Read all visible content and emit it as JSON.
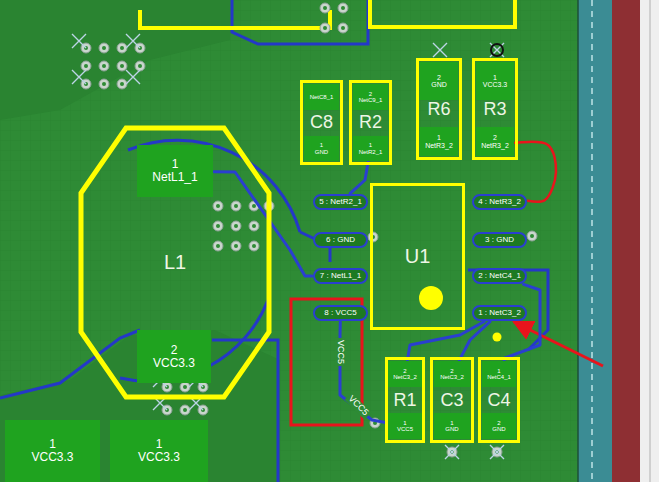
{
  "diagram": {
    "nodes": [
      {
        "text": [
          "L1"
        ]
      },
      {
        "text": [
          "1",
          "NetL1_1"
        ],
        "in": 0
      },
      {
        "text": [
          "2",
          "VCC3.3"
        ],
        "in": 0
      },
      {
        "text": [
          "1",
          "VCC3.3"
        ]
      },
      {
        "text": [
          "1",
          "VCC3.3"
        ]
      },
      {
        "text": [
          "C8"
        ]
      },
      {
        "text": [
          "NetC8_1"
        ],
        "in": 5
      },
      {
        "text": [
          "1",
          "GND"
        ],
        "in": 5
      },
      {
        "text": [
          "R2"
        ]
      },
      {
        "text": [
          "2",
          "NetC9_1"
        ],
        "in": 8
      },
      {
        "text": [
          "1",
          "NetR2_1"
        ],
        "in": 8
      },
      {
        "text": [
          "R6"
        ]
      },
      {
        "text": [
          "2",
          "GND"
        ],
        "in": 11
      },
      {
        "text": [
          "1",
          "NetR3_2"
        ],
        "in": 11
      },
      {
        "text": [
          "R3"
        ]
      },
      {
        "text": [
          "1",
          "VCC3.3"
        ],
        "in": 14
      },
      {
        "text": [
          "2",
          "NetR3_2"
        ],
        "in": 14
      },
      {
        "text": [
          "U1"
        ]
      },
      {
        "text": [
          "5 : NetR2_1"
        ]
      },
      {
        "text": [
          "6 : GND"
        ]
      },
      {
        "text": [
          "7 : NetL1_1"
        ]
      },
      {
        "text": [
          "8 : VCC5"
        ]
      },
      {
        "text": [
          "4 : NetR3_2"
        ]
      },
      {
        "text": [
          "3 : GND"
        ]
      },
      {
        "text": [
          "2 : NetC4_1"
        ]
      },
      {
        "text": [
          "1 : NetC3_2"
        ]
      },
      {
        "text": [
          "R1"
        ]
      },
      {
        "text": [
          "2",
          "NetC3_2"
        ],
        "in": 26
      },
      {
        "text": [
          "1",
          "VCC5"
        ],
        "in": 26
      },
      {
        "text": [
          "C3"
        ]
      },
      {
        "text": [
          "2",
          "NetC3_2"
        ],
        "in": 29
      },
      {
        "text": [
          "1",
          "GND"
        ],
        "in": 29
      },
      {
        "text": [
          "C4"
        ]
      },
      {
        "text": [
          "1",
          "NetC4_1"
        ],
        "in": 32
      },
      {
        "text": [
          "2",
          "GND"
        ],
        "in": 32
      }
    ],
    "edges": [
      {
        "from": 1,
        "to": 20,
        "arrow": "none"
      },
      {
        "from": 18,
        "to": 10,
        "arrow": "none"
      },
      {
        "from": 16,
        "to": 22,
        "arrow": "none"
      },
      {
        "from": 24,
        "to": 33,
        "arrow": "none"
      },
      {
        "from": 25,
        "to": 30,
        "arrow": "none"
      },
      {
        "from": 25,
        "to": 27,
        "arrow": "none"
      },
      {
        "from": 21,
        "to": 28,
        "arrow": "none"
      }
    ],
    "labels": [
      "VCC5",
      "VCC5"
    ]
  }
}
